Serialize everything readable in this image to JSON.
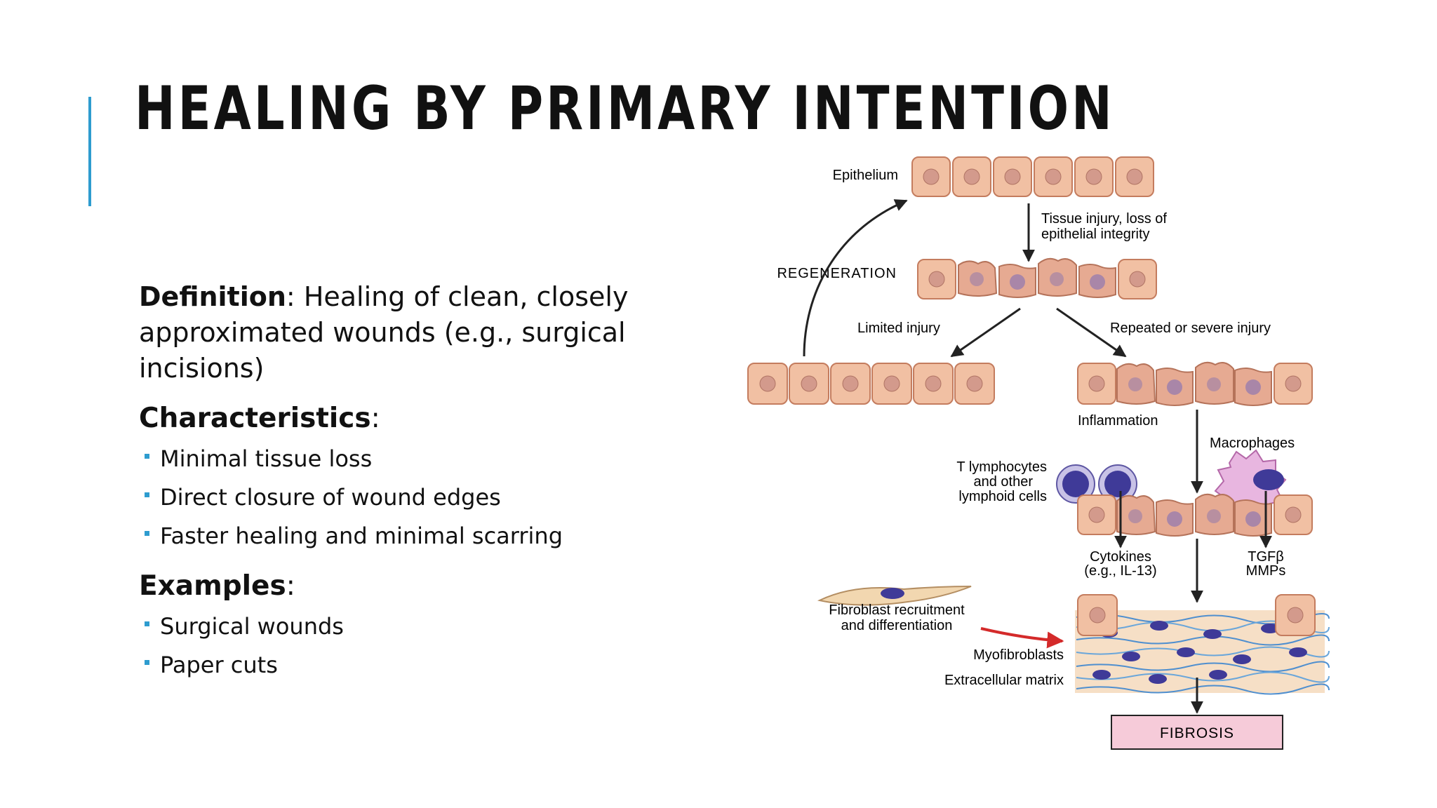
{
  "slide": {
    "title": "HEALING BY PRIMARY INTENTION",
    "definition": {
      "label": "Definition",
      "colon": ":",
      "text": " Healing of clean, closely approximated wounds (e.g., surgical incisions)"
    },
    "characteristics": {
      "label": "Characteristics",
      "colon": ":",
      "items": [
        "Minimal tissue loss",
        "Direct closure of wound edges",
        "Faster healing and minimal scarring"
      ]
    },
    "examples": {
      "label": "Examples",
      "colon": ":",
      "items": [
        "Surgical wounds",
        "Paper cuts"
      ]
    }
  },
  "diagram": {
    "epithelium": "Epithelium",
    "tissue_injury_1": "Tissue injury, loss of",
    "tissue_injury_2": "epithelial integrity",
    "regeneration": "REGENERATION",
    "limited_injury": "Limited injury",
    "repeated_injury": "Repeated or severe injury",
    "inflammation": "Inflammation",
    "macrophages": "Macrophages",
    "t_lymph_1": "T lymphocytes",
    "t_lymph_2": "and other",
    "t_lymph_3": "lymphoid cells",
    "cytokines_1": "Cytokines",
    "cytokines_2": "(e.g., IL-13)",
    "tgf_1": "TGFβ",
    "tgf_2": "MMPs",
    "fibroblast_1": "Fibroblast recruitment",
    "fibroblast_2": "and differentiation",
    "myofibroblasts": "Myofibroblasts",
    "ecm": "Extracellular matrix",
    "fibrosis": "FIBROSIS"
  },
  "colors": {
    "accent": "#2e9ccf",
    "cell": "#f1c0a3",
    "nucleus": "#d39a8c",
    "arrow_red": "#d42a2a",
    "fibrosis_box": "#f6cbd9"
  }
}
